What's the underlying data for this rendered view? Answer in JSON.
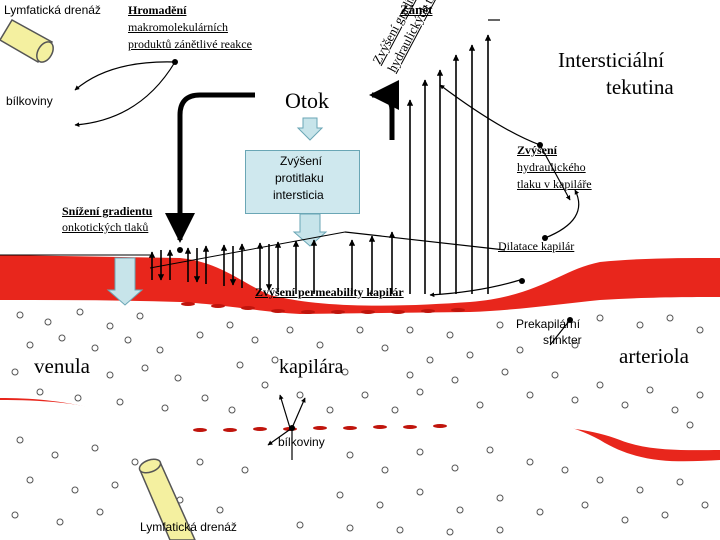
{
  "labels": {
    "lymph_top": "Lymfatická drenáž",
    "accumulation_1": "Hromadění",
    "accumulation_2": "makromolekulárních",
    "accumulation_3": "produktů zánětlivé reakce",
    "proteins_top": "bílkoviny",
    "inflammation": "Zánět",
    "gradient_1": "Zvýšení gradientů",
    "gradient_2": "hydraulických tlaků",
    "interstitial_fluid_1": "Intersticiální",
    "interstitial_fluid_2": "tekutina",
    "edema": "Otok",
    "counterpressure_1": "Zvýšení",
    "counterpressure_2": "protitlaku",
    "counterpressure_3": "intersticia",
    "hydraulic_1": "Zvýšení",
    "hydraulic_2": "hydraulického",
    "hydraulic_3": "tlaku v kapiláře",
    "oncotic_1": "Snížení gradientu",
    "oncotic_2": "onkotických tlaků",
    "dilatation": "Dilatace kapilár",
    "permeability": "Zvýšení permeability kapilár",
    "sphincter_1": "Prekapilární",
    "sphincter_2": "sfinkter",
    "venule": "venula",
    "capillary": "kapilára",
    "arteriole": "arteriola",
    "proteins_bottom": "bílkoviny",
    "lymph_bottom": "Lymfatická drenáž"
  },
  "colors": {
    "vessel_red": "#e8261c",
    "vessel_dark": "#c0140c",
    "lymph_yellow": "#f4f0a0",
    "box_fill": "#cfe8ee",
    "arrow_fill": "#c7e4ea",
    "text": "#000000"
  }
}
